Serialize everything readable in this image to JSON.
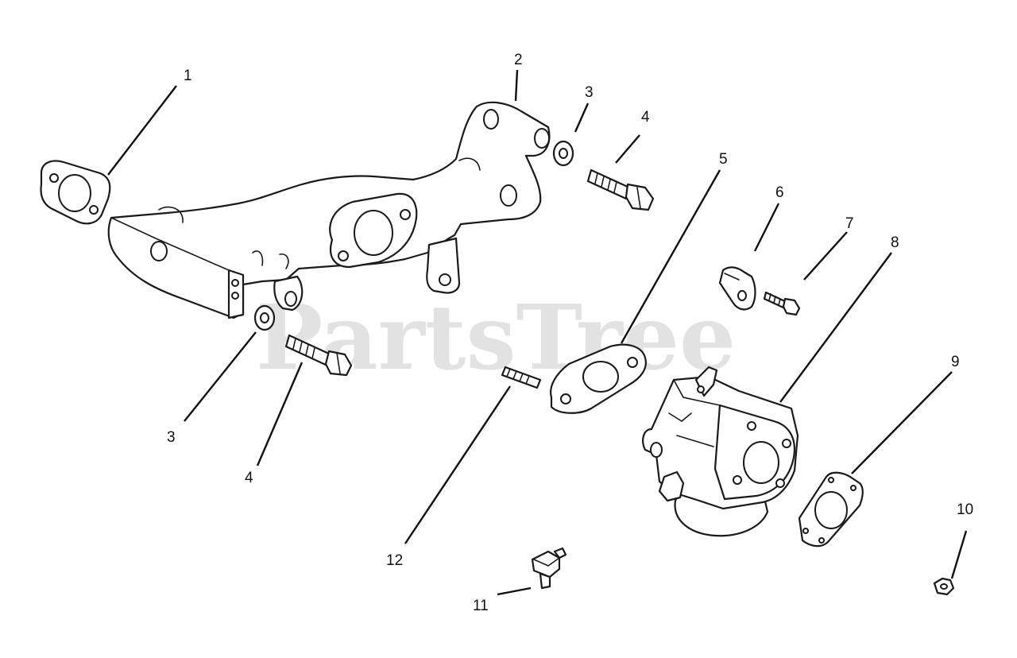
{
  "watermark": "PartsTree",
  "callouts": [
    "1",
    "2",
    "3",
    "4",
    "5",
    "6",
    "7",
    "8",
    "9",
    "10",
    "11",
    "12",
    "3",
    "4"
  ]
}
